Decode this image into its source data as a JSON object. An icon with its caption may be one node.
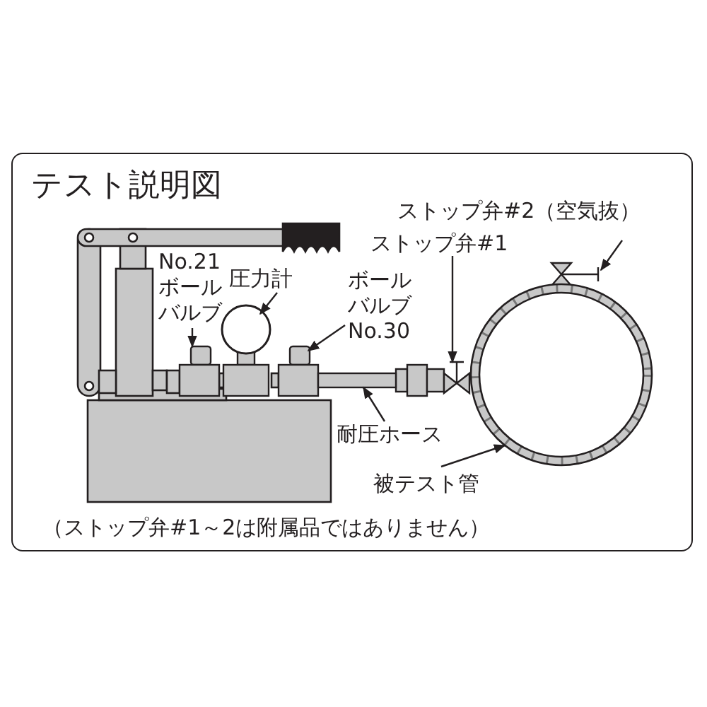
{
  "diagram": {
    "title": "テスト説明図",
    "nodes": [
      {
        "text": [
          "No.21 ボールバルブ"
        ]
      },
      {
        "text": [
          "圧力計"
        ]
      },
      {
        "text": [
          "ボールバルブ No.30"
        ]
      },
      {
        "text": [
          "ストップ弁#2（空気抜）"
        ]
      },
      {
        "text": [
          "ストップ弁#1"
        ]
      },
      {
        "text": [
          "耐圧ホース"
        ]
      },
      {
        "text": [
          "被テスト管"
        ]
      },
      {
        "text": [],
        "shape": "valve"
      },
      {
        "text": [],
        "shape": "gauge"
      },
      {
        "text": [],
        "shape": "valve"
      },
      {
        "text": [],
        "shape": "valve"
      },
      {
        "text": [],
        "shape": "valve"
      },
      {
        "text": [],
        "shape": "hose"
      },
      {
        "text": [],
        "shape": "circle"
      }
    ],
    "edges": [
      {
        "from": 0,
        "to": 7,
        "arrow": "to"
      },
      {
        "from": 1,
        "to": 8,
        "arrow": "to"
      },
      {
        "from": 2,
        "to": 9,
        "arrow": "to"
      },
      {
        "from": 3,
        "to": 10,
        "arrow": "to"
      },
      {
        "from": 4,
        "to": 11,
        "arrow": "to"
      },
      {
        "from": 5,
        "to": 12,
        "arrow": "to"
      },
      {
        "from": 6,
        "to": 13,
        "arrow": "to"
      }
    ],
    "labels": [
      "（ストップ弁#1～2は附属品ではありません）"
    ]
  }
}
